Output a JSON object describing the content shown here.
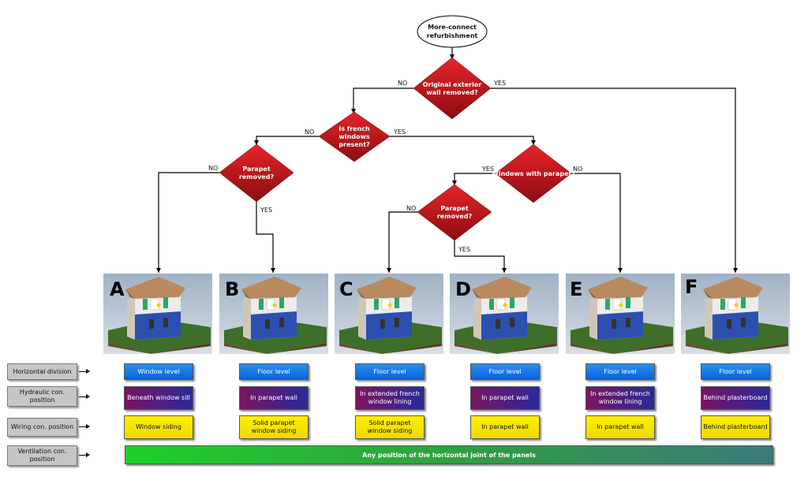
{
  "flowchart": {
    "start": [
      "More-connect",
      "refurbishment"
    ],
    "decisions": {
      "wall_removed": [
        "Original exterior",
        "wall removed?"
      ],
      "french_windows": [
        "Is french",
        "windows",
        "present?"
      ],
      "parapet_removed_left": [
        "Parapet",
        "removed?"
      ],
      "windows_with_parapet": [
        "Windows with parapet?"
      ],
      "parapet_removed_right": [
        "Parapet",
        "removed?"
      ]
    },
    "edge_labels": {
      "wall_no": "NO",
      "wall_yes": "YES",
      "french_no": "NO",
      "french_yes": "YES",
      "parapet_left_no": "NO",
      "parapet_left_yes": "YES",
      "wwp_yes": "YES",
      "wwp_no": "NO",
      "parapet_right_no": "NO",
      "parapet_right_yes": "YES"
    }
  },
  "solutions": [
    "A",
    "B",
    "C",
    "D",
    "E",
    "F"
  ],
  "row_labels": {
    "horizontal": "Horizontal division",
    "hydraulic": [
      "Hydraulic con.",
      "position"
    ],
    "wiring": "Wiring con. position",
    "ventilation": [
      "Ventilation con.",
      "position"
    ]
  },
  "horizontal_division": [
    "Window level",
    "Floor level",
    "Floor level",
    "Floor level",
    "Floor level",
    "Floor level"
  ],
  "hydraulic_position": [
    "Beneath window sill",
    "In parapet wall",
    "In extended french window lining",
    "In parapet wall",
    "In extended french window lining",
    "Behind plasterboard"
  ],
  "wiring_position": [
    "Window siding",
    "Solid parapet window siding",
    "Solid parapet window siding",
    "In parapet wall",
    "In parapet wall",
    "Behind plasterboard"
  ],
  "ventilation_position": "Any position of the horizontal joint of the panels",
  "colors": {
    "decision": "#c8141c",
    "horizontal_cell": "#1475e6",
    "hydraulic_cell": "#5a1c78",
    "wiring_cell": "#fce600",
    "ventilation_bar": "#27b83a",
    "grass": "#3d6e2a",
    "wall": "#2d4fb0",
    "roof": "#b98a5e"
  }
}
